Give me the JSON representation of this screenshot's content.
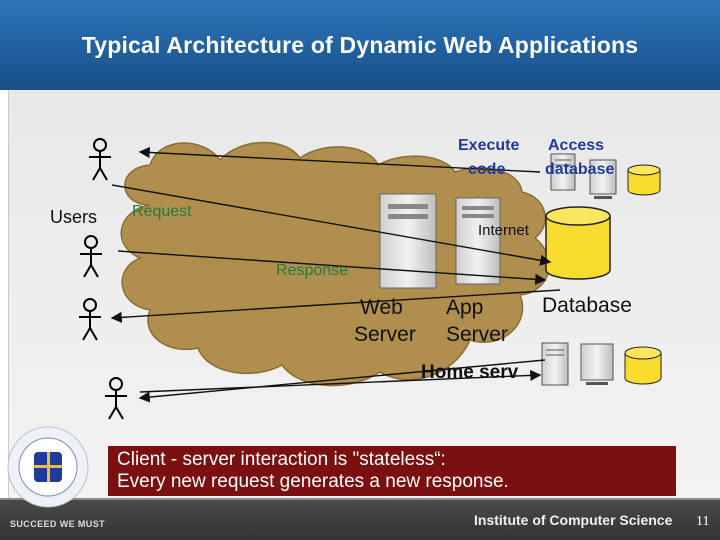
{
  "slide": {
    "title": "Typical Architecture of Dynamic Web Applications",
    "page_number": "11"
  },
  "diagram": {
    "users_label": "Users",
    "request_label": "Request",
    "response_label": "Response",
    "internet_label": "Internet",
    "execute_label": "Execute",
    "code_label": "code",
    "access_label": "Access",
    "database_small_label": "database",
    "web_server_line1": "Web",
    "web_server_line2": "Server",
    "app_server_line1": "App",
    "app_server_line2": "Server",
    "database_label": "Database",
    "home_server_label": "Home serv"
  },
  "callout": {
    "line1": "Client - server interaction is \"stateless“:",
    "line2": " Every new request generates a new response."
  },
  "footer": {
    "motto": "SUCCEED WE MUST",
    "institute": "Institute of Computer Science"
  },
  "colors": {
    "header_blue": "#1f5e9c",
    "cloud_fill": "#b08f4e",
    "callout_red": "#7a1010",
    "database_yellow": "#f7dc2e",
    "label_blue": "#1f3b9b",
    "label_green": "#1d7d3a"
  }
}
